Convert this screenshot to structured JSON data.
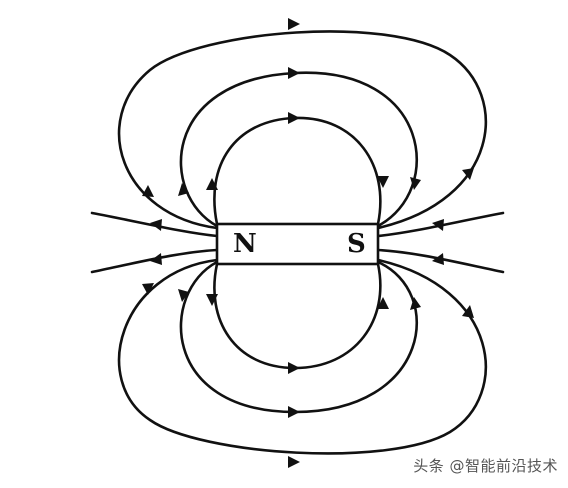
{
  "diagram": {
    "magnet": {
      "north_label": "N",
      "south_label": "S"
    },
    "colors": {
      "line": "#111111",
      "background": "#ffffff"
    }
  },
  "watermark": {
    "text": "头条 @智能前沿技术"
  }
}
